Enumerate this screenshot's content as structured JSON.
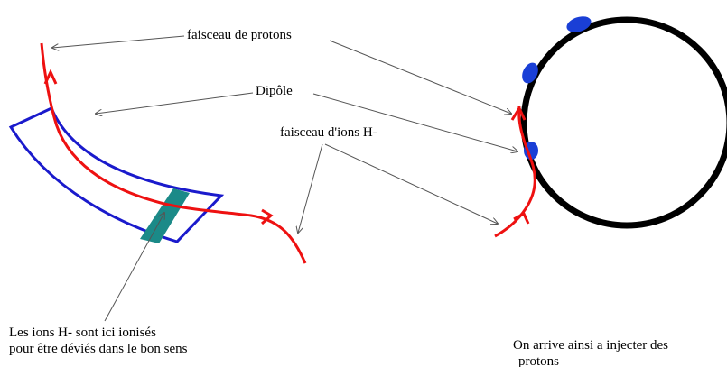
{
  "labels": {
    "proton_beam": "faisceau de protons",
    "dipole": "Dipôle",
    "hminus_beam": "faisceau d'ions H-",
    "ionization_line1": "Les ions H- sont ici ionisés",
    "ionization_line2": "pour être déviés dans le bon sens",
    "result_line1": "On arrive ainsi a injecter des",
    "result_line2": "protons"
  },
  "colors": {
    "beam": "#ee1111",
    "dipole_outline": "#1a1acc",
    "stripper_foil": "#1b8a88",
    "ring": "#000000",
    "bunches": "#1a3fd6",
    "pointer": "#555555"
  }
}
